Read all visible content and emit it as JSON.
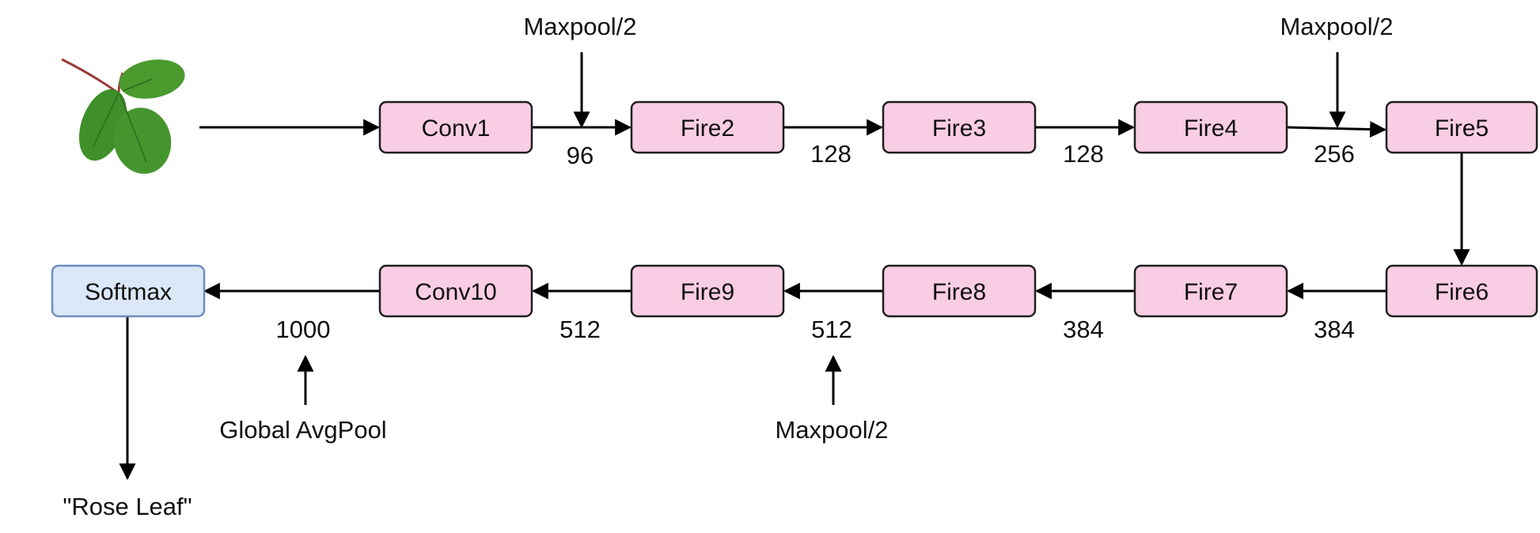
{
  "nodes": [
    {
      "id": "conv1",
      "label": "Conv1"
    },
    {
      "id": "fire2",
      "label": "Fire2"
    },
    {
      "id": "fire3",
      "label": "Fire3"
    },
    {
      "id": "fire4",
      "label": "Fire4"
    },
    {
      "id": "fire5",
      "label": "Fire5"
    },
    {
      "id": "fire6",
      "label": "Fire6"
    },
    {
      "id": "fire7",
      "label": "Fire7"
    },
    {
      "id": "fire8",
      "label": "Fire8"
    },
    {
      "id": "fire9",
      "label": "Fire9"
    },
    {
      "id": "conv10",
      "label": "Conv10"
    },
    {
      "id": "softmax",
      "label": "Softmax"
    }
  ],
  "channels": {
    "c96": "96",
    "c128a": "128",
    "c128b": "128",
    "c256": "256",
    "c384a": "384",
    "c384b": "384",
    "c512a": "512",
    "c512b": "512",
    "c1000": "1000"
  },
  "pooling": {
    "maxpool_top_1": "Maxpool/2",
    "maxpool_top_2": "Maxpool/2",
    "maxpool_bottom": "Maxpool/2",
    "global_avgpool": "Global AvgPool"
  },
  "output_label": "\"Rose Leaf\"",
  "colors": {
    "layer_fill": "#f9cde3",
    "layer_stroke": "#1f1f1f",
    "softmax_fill": "#dbe8f8",
    "softmax_stroke": "#6c8ebf",
    "leaf_green": "#3f8f2a",
    "stem": "#9b3b3b"
  }
}
